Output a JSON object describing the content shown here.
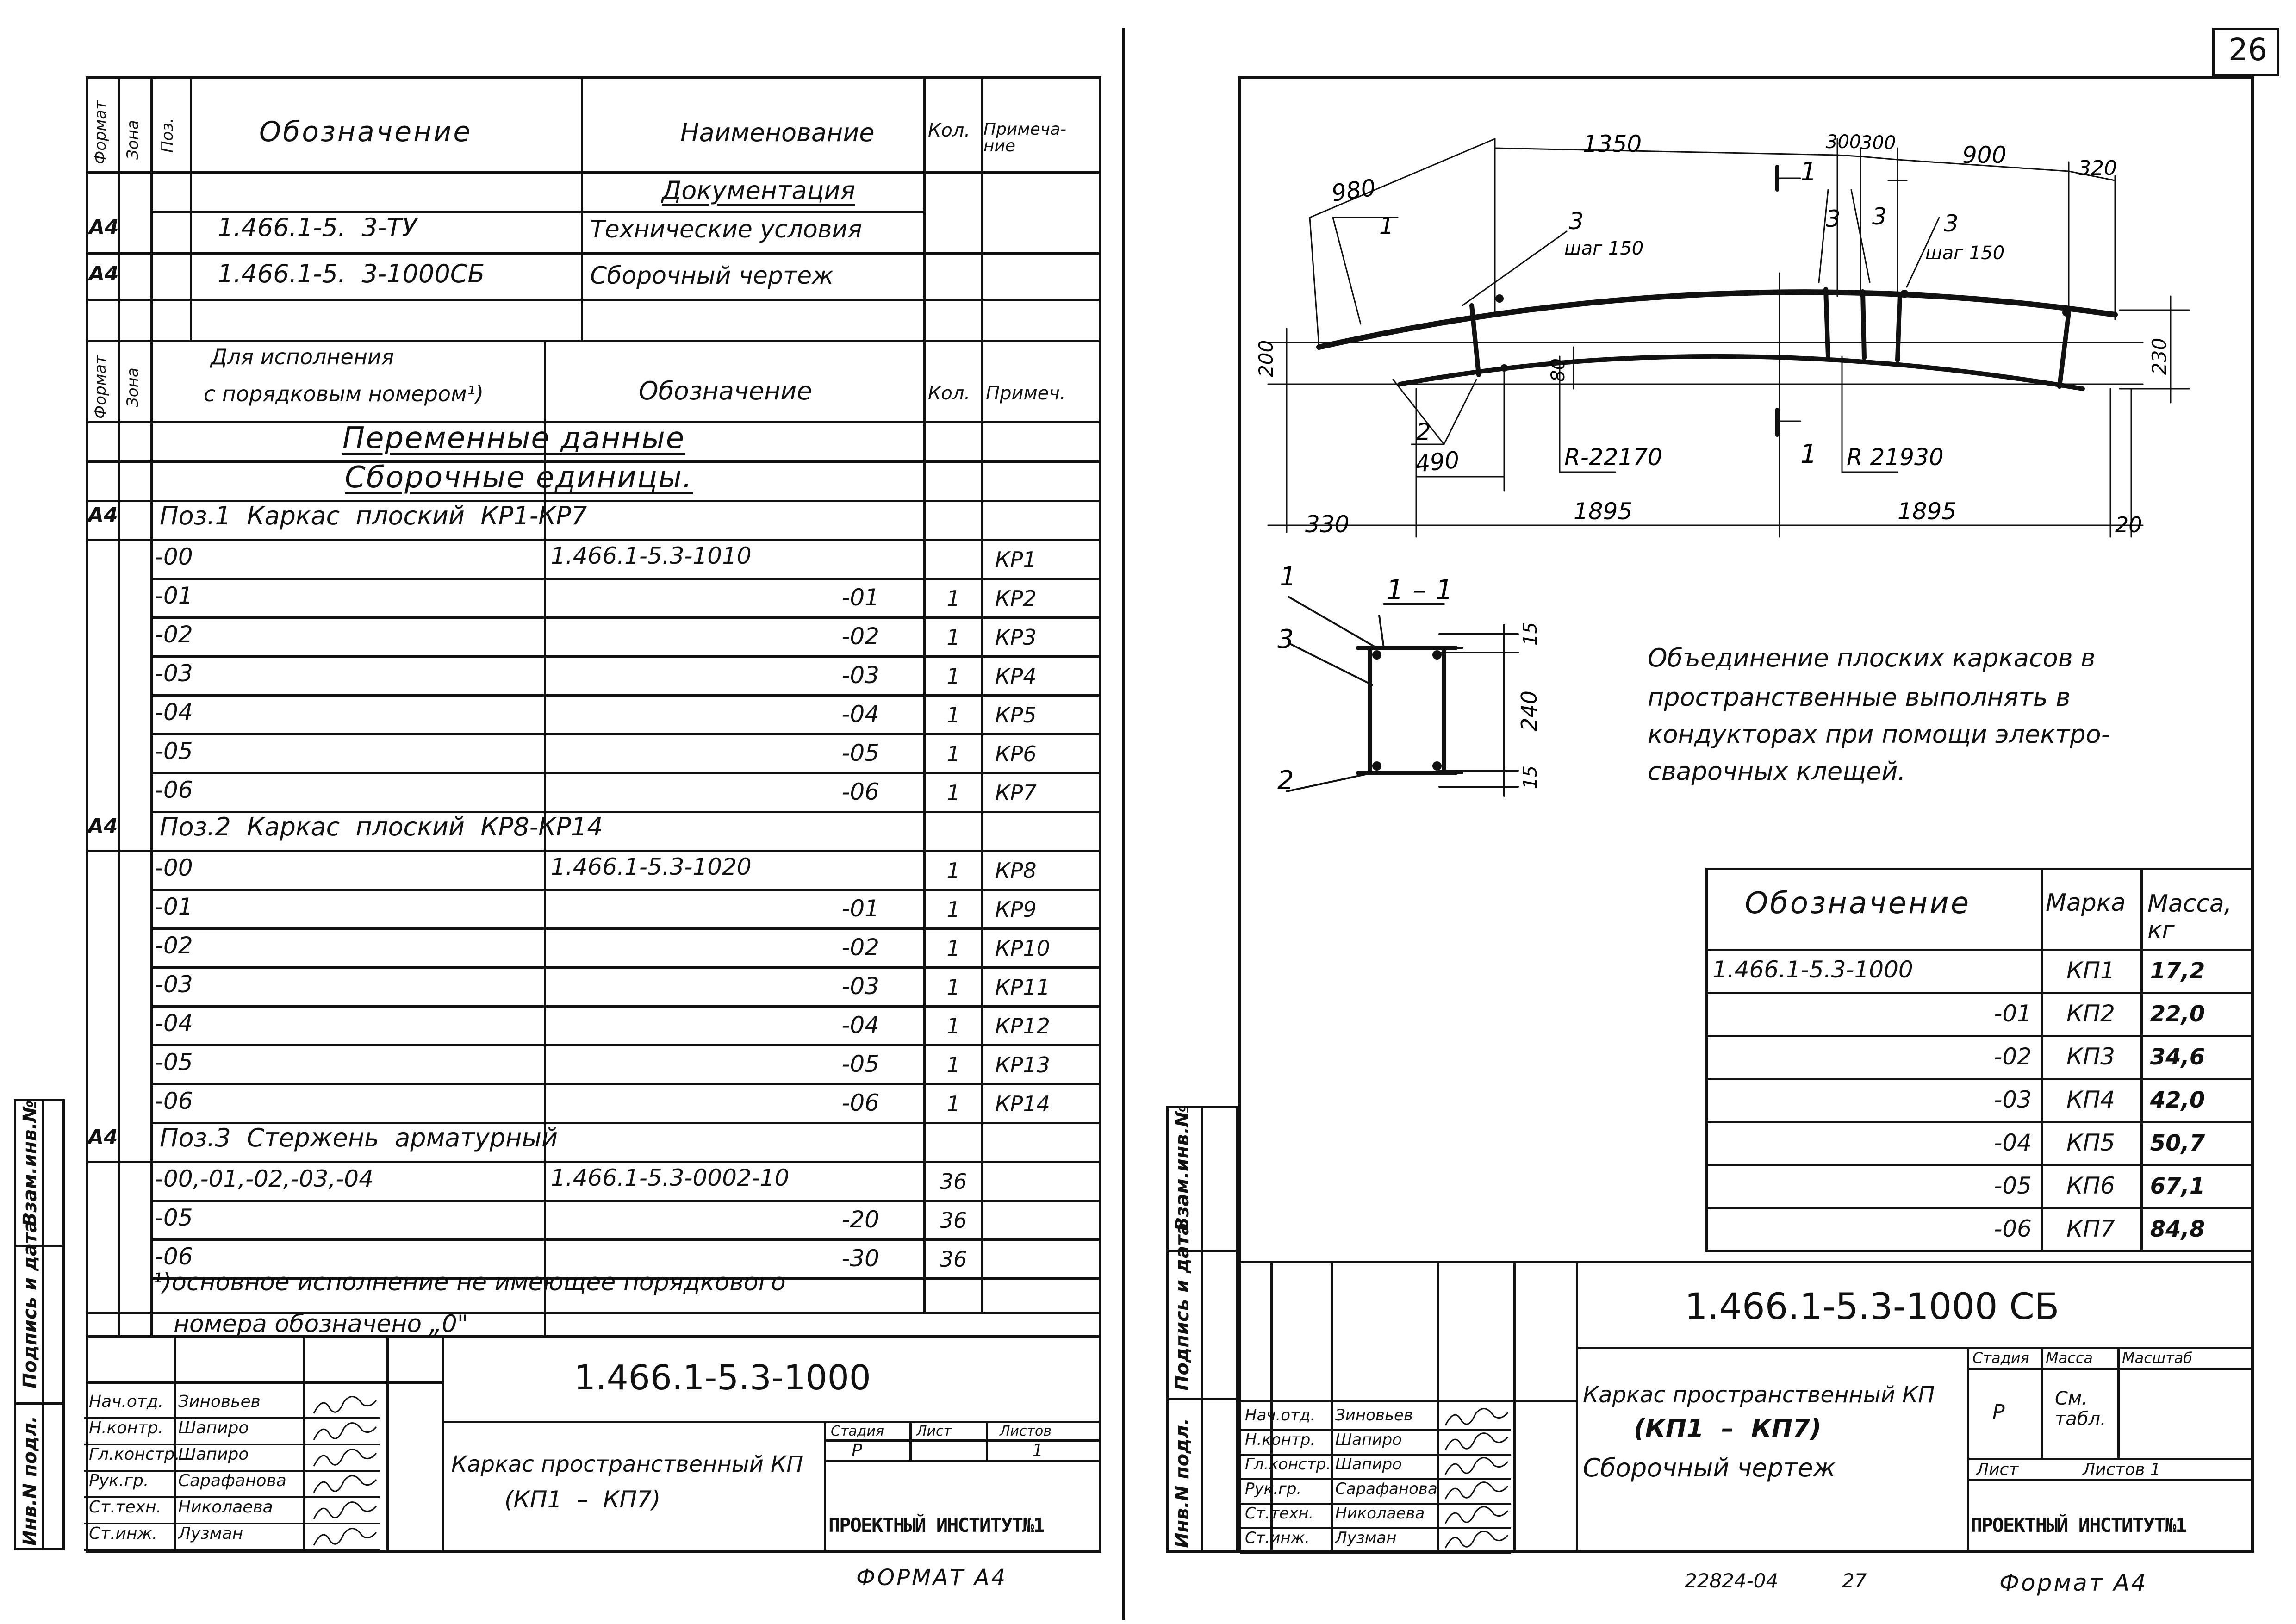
{
  "page_number": "26",
  "left_sheet": {
    "header": {
      "format": "Формат",
      "zone": "Зона",
      "pos": "Поз.",
      "designation": "Обозначение",
      "name": "Наименование",
      "qty": "Кол.",
      "note": "Примеча-ние"
    },
    "documentation": {
      "section": "Документация",
      "rows": [
        {
          "format": "А4",
          "designation": "1.466.1-5.  3-ТУ",
          "name": "Технические условия"
        },
        {
          "format": "А4",
          "designation": "1.466.1-5.  3-1000СБ",
          "name": "Сборочный чертеж"
        }
      ]
    },
    "header2": {
      "format": "Формат",
      "zone": "Зона",
      "variant_1": "Для исполнения",
      "variant_2": "с порядковым номером¹)",
      "designation": "Обозначение",
      "qty": "Кол.",
      "note": "Примеч."
    },
    "variable_data": "Переменные данные",
    "assemblies": "Сборочные единицы.",
    "groups": [
      {
        "format": "А4",
        "title": "Поз.1  Каркас  плоский  КР1-КР7",
        "rows": [
          {
            "v": "-00",
            "d": "1.466.1-5.3-1010",
            "q": "",
            "n": "КР1"
          },
          {
            "v": "-01",
            "d": "-01",
            "q": "1",
            "n": "КР2"
          },
          {
            "v": "-02",
            "d": "-02",
            "q": "1",
            "n": "КР3"
          },
          {
            "v": "-03",
            "d": "-03",
            "q": "1",
            "n": "КР4"
          },
          {
            "v": "-04",
            "d": "-04",
            "q": "1",
            "n": "КР5"
          },
          {
            "v": "-05",
            "d": "-05",
            "q": "1",
            "n": "КР6"
          },
          {
            "v": "-06",
            "d": "-06",
            "q": "1",
            "n": "КР7"
          }
        ]
      },
      {
        "format": "А4",
        "title": "Поз.2  Каркас  плоский  КР8-КР14",
        "rows": [
          {
            "v": "-00",
            "d": "1.466.1-5.3-1020",
            "q": "1",
            "n": "КР8"
          },
          {
            "v": "-01",
            "d": "-01",
            "q": "1",
            "n": "КР9"
          },
          {
            "v": "-02",
            "d": "-02",
            "q": "1",
            "n": "КР10"
          },
          {
            "v": "-03",
            "d": "-03",
            "q": "1",
            "n": "КР11"
          },
          {
            "v": "-04",
            "d": "-04",
            "q": "1",
            "n": "КР12"
          },
          {
            "v": "-05",
            "d": "-05",
            "q": "1",
            "n": "КР13"
          },
          {
            "v": "-06",
            "d": "-06",
            "q": "1",
            "n": "КР14"
          }
        ]
      },
      {
        "format": "А4",
        "title": "Поз.3  Стержень  арматурный",
        "rows": [
          {
            "v": "-00,-01,-02,-03,-04",
            "d": "1.466.1-5.3-0002-10",
            "q": "36",
            "n": ""
          },
          {
            "v": "-05",
            "d": "-20",
            "q": "36",
            "n": ""
          },
          {
            "v": "-06",
            "d": "-30",
            "q": "36",
            "n": ""
          }
        ]
      }
    ],
    "footnote_1": "¹)основное исполнение не имеющее порядкового",
    "footnote_2": "номера обозначено „0\"",
    "title_block": {
      "code": "1.466.1-5.3-1000",
      "title_1": "Каркас пространственный КП",
      "title_2": "(КП1  –  КП7)",
      "stage_h": "Стадия",
      "sheet_h": "Лист",
      "sheets_h": "Листов",
      "stage": "Р",
      "sheets": "1",
      "org": "ПРОЕКТНЫЙ ИНСТИТУТ№1",
      "people": [
        {
          "role": "Нач.отд.",
          "name": "Зиновьев"
        },
        {
          "role": "Н.контр.",
          "name": "Шапиро"
        },
        {
          "role": "Гл.констр.",
          "name": "Шапиро"
        },
        {
          "role": "Рук.гр.",
          "name": "Сарафанова"
        },
        {
          "role": "Ст.техн.",
          "name": "Николаева"
        },
        {
          "role": "Ст.инж.",
          "name": "Лузман"
        }
      ]
    },
    "side_labels": [
      "Взам.инв.№",
      "Подпись и дата",
      "Инв.N подл."
    ],
    "format_label": "ФОРМАТ А4"
  },
  "right_sheet": {
    "drawing": {
      "dims_top": [
        "980",
        "1350",
        "300",
        "300",
        "900",
        "320"
      ],
      "dims_bottom": [
        "330",
        "1895",
        "1895",
        "20"
      ],
      "dim_490": "490",
      "dim_200": "200",
      "dim_230": "230",
      "dim_80": "80",
      "r1": "R-22170",
      "r2": "R 21930",
      "callouts": [
        "1",
        "2",
        "3",
        "3",
        "3",
        "3"
      ],
      "step": "шаг 150",
      "section_mark": "1",
      "section_title": "1 – 1",
      "sec_dims": [
        "15",
        "240",
        "15"
      ],
      "sec_callouts": [
        "1",
        "3",
        "2"
      ]
    },
    "note": [
      "Объединение плоских каркасов в",
      "пространственные выполнять в",
      "кондукторах при помощи электро-",
      "сварочных клещей."
    ],
    "table": {
      "headers": [
        "Обозначение",
        "Марка",
        "Масса, кг"
      ],
      "rows": [
        {
          "d": "1.466.1-5.3-1000",
          "m": "КП1",
          "w": "17,2"
        },
        {
          "d": "-01",
          "m": "КП2",
          "w": "22,0"
        },
        {
          "d": "-02",
          "m": "КП3",
          "w": "34,6"
        },
        {
          "d": "-03",
          "m": "КП4",
          "w": "42,0"
        },
        {
          "d": "-04",
          "m": "КП5",
          "w": "50,7"
        },
        {
          "d": "-05",
          "m": "КП6",
          "w": "67,1"
        },
        {
          "d": "-06",
          "m": "КП7",
          "w": "84,8"
        }
      ]
    },
    "title_block": {
      "code": "1.466.1-5.3-1000 СБ",
      "title_1": "Каркас пространственный КП",
      "title_2": "(КП1  –  КП7)",
      "title_3": "Сборочный  чертеж",
      "stage_h": "Стадия",
      "mass_h": "Масса",
      "scale_h": "Масштаб",
      "stage": "Р",
      "mass": "См. табл.",
      "sheet_h": "Лист",
      "sheets_h": "Листов 1",
      "org": "ПРОЕКТНЫЙ ИНСТИТУТ№1",
      "people": [
        {
          "role": "Нач.отд.",
          "name": "Зиновьев"
        },
        {
          "role": "Н.контр.",
          "name": "Шапиро"
        },
        {
          "role": "Гл.констр.",
          "name": "Шапиро"
        },
        {
          "role": "Рук.гр.",
          "name": "Сарафанова"
        },
        {
          "role": "Ст.техн.",
          "name": "Николаева"
        },
        {
          "role": "Ст.инж.",
          "name": "Лузман"
        }
      ]
    },
    "side_labels": [
      "Взам.инв.№",
      "Подпись и дата",
      "Инв.N подл."
    ],
    "bottom_code": "22824-04",
    "bottom_num": "27",
    "format_label": "Формат А4"
  }
}
